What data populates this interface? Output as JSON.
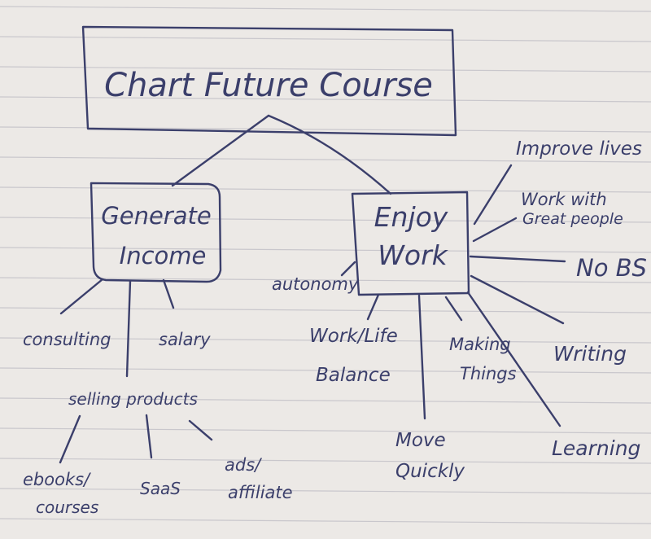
{
  "root": {
    "label": "Chart Future Course"
  },
  "branches": {
    "income": {
      "label_line1": "Generate",
      "label_line2": "Income",
      "children": {
        "consulting": "consulting",
        "salary": "salary",
        "selling_products": "selling products",
        "ebooks_line1": "ebooks/",
        "ebooks_line2": "courses",
        "saas": "SaaS",
        "ads_line1": "ads/",
        "ads_line2": "affiliate"
      }
    },
    "work": {
      "label_line1": "Enjoy",
      "label_line2": "Work",
      "children": {
        "improve_lives": "Improve lives",
        "great_people_line1": "Work with",
        "great_people_line2": "Great people",
        "no_bs": "No BS",
        "writing": "Writing",
        "learning": "Learning",
        "making_line1": "Making",
        "making_line2": "Things",
        "move_line1": "Move",
        "move_line2": "Quickly",
        "balance_line1": "Work/Life",
        "balance_line2": "Balance",
        "autonomy": "autonomy"
      }
    }
  },
  "colors": {
    "ink": "#3b3f6b",
    "paper": "#ece9e6",
    "rule": "#c9c7cc"
  }
}
